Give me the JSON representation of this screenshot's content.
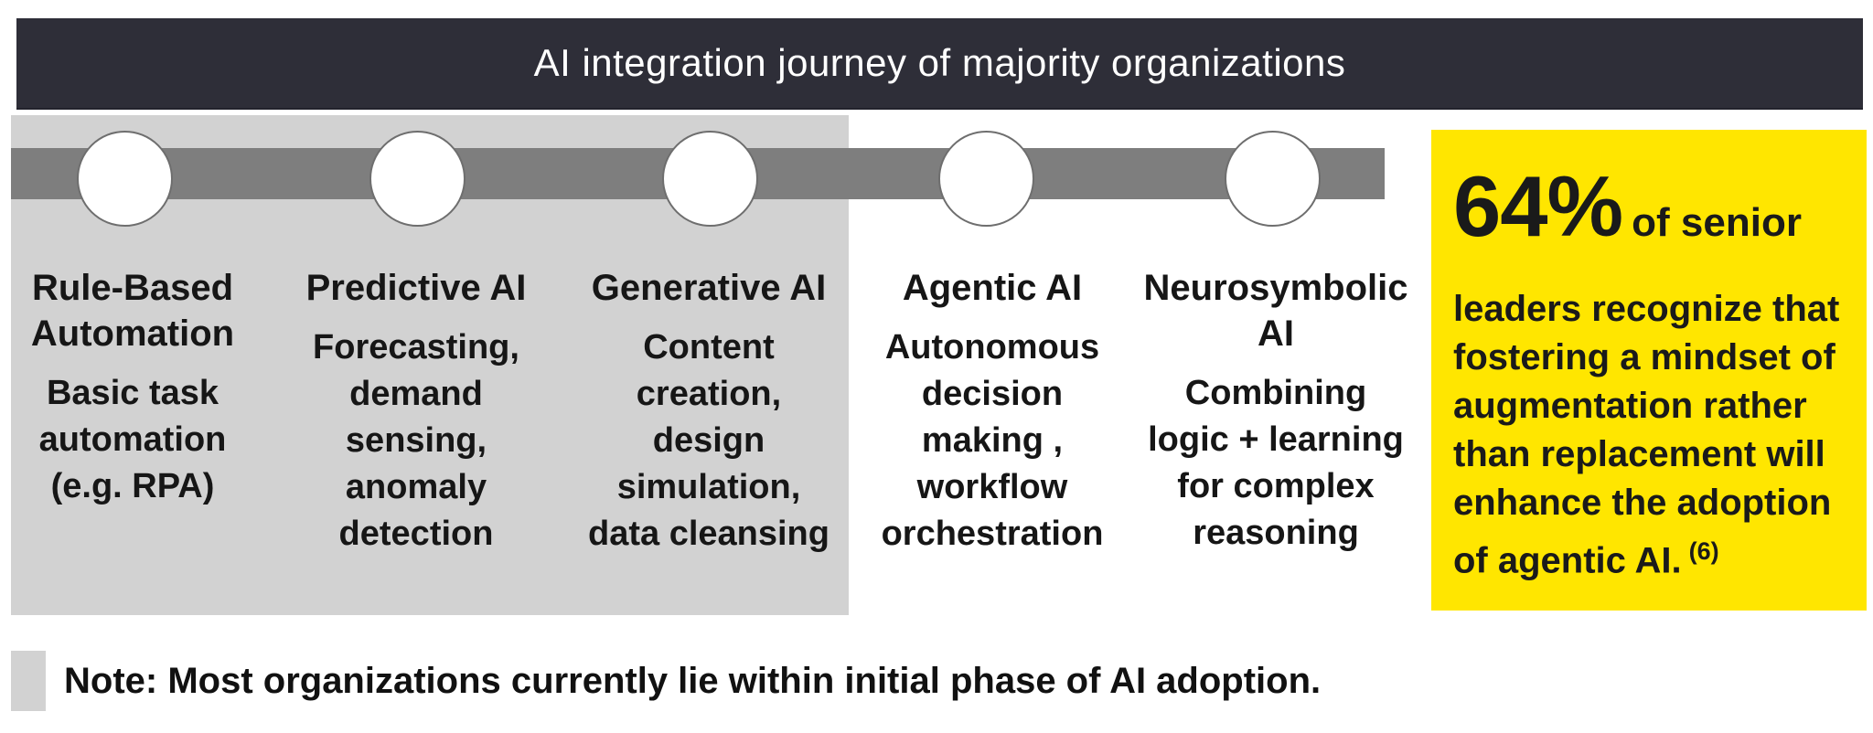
{
  "title_bar": {
    "title": "AI integration journey of majority organizations"
  },
  "timeline": {
    "stages": [
      {
        "title_lines": [
          "Rule-Based",
          "Automation"
        ],
        "description_lines": [
          "Basic task",
          "automation",
          "(e.g. RPA)"
        ]
      },
      {
        "title_lines": [
          "Predictive AI"
        ],
        "description_lines": [
          "Forecasting,",
          "demand",
          "sensing,",
          "anomaly",
          "detection"
        ]
      },
      {
        "title_lines": [
          "Generative AI"
        ],
        "description_lines": [
          "Content",
          "creation,",
          "design",
          "simulation,",
          "data cleansing"
        ]
      },
      {
        "title_lines": [
          "Agentic AI"
        ],
        "description_lines": [
          "Autonomous",
          "decision",
          "making ,",
          "workflow",
          "orchestration"
        ]
      },
      {
        "title_lines": [
          "Neurosymbolic",
          "AI"
        ],
        "description_lines": [
          "Combining",
          "logic + learning",
          "for complex",
          "reasoning"
        ]
      }
    ]
  },
  "callout": {
    "stat": "64%",
    "stat_suffix": "of senior",
    "body_lines": [
      "leaders recognize that",
      "fostering a mindset of",
      "augmentation rather",
      "than replacement will",
      "enhance the adoption",
      "of agentic AI."
    ],
    "citation": "(6)"
  },
  "note": {
    "text": "Note: Most organizations currently lie within initial phase of AI adoption."
  },
  "colors": {
    "header_bg": "#2e2e38",
    "header_text": "#ffffff",
    "panel_bg": "#d2d2d2",
    "band_bg": "#7e7e7e",
    "node_fill": "#ffffff",
    "node_border": "#6e6e6e",
    "accent_yellow": "#ffe600",
    "text": "#161616"
  }
}
